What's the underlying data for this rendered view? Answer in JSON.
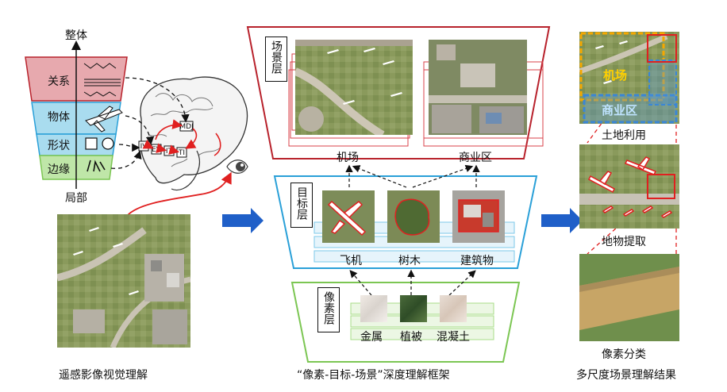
{
  "left": {
    "axis_top": "整体",
    "axis_bottom": "局部",
    "levels": [
      "关系",
      "物体",
      "形状",
      "边缘"
    ],
    "brain_labels": [
      "MDJ",
      "IV",
      "EV",
      "IT",
      "TI"
    ],
    "caption": "遥感影像视觉理解"
  },
  "middle": {
    "scene_label": "场景层",
    "scene_items": [
      "机场",
      "商业区"
    ],
    "object_label": "目标层",
    "object_items": [
      "飞机",
      "树木",
      "建筑物"
    ],
    "pixel_label": "像素层",
    "pixel_items": [
      "金属",
      "植被",
      "混凝土"
    ],
    "caption": "“像素-目标-场景”深度理解框架"
  },
  "right": {
    "overlay_labels": [
      "机场",
      "商业区"
    ],
    "tasks": [
      "土地利用",
      "地物提取",
      "像素分类"
    ],
    "caption": "多尺度场景理解结果"
  },
  "colors": {
    "relation": "#e7a9ae",
    "object": "#a9dcef",
    "edge": "#bfe6a8",
    "scene_frame": "#b8222c",
    "object_frame": "#2aa0d8",
    "pixel_frame": "#7cc653",
    "arrow_blue": "#1f5fc8",
    "red": "#e02020"
  }
}
